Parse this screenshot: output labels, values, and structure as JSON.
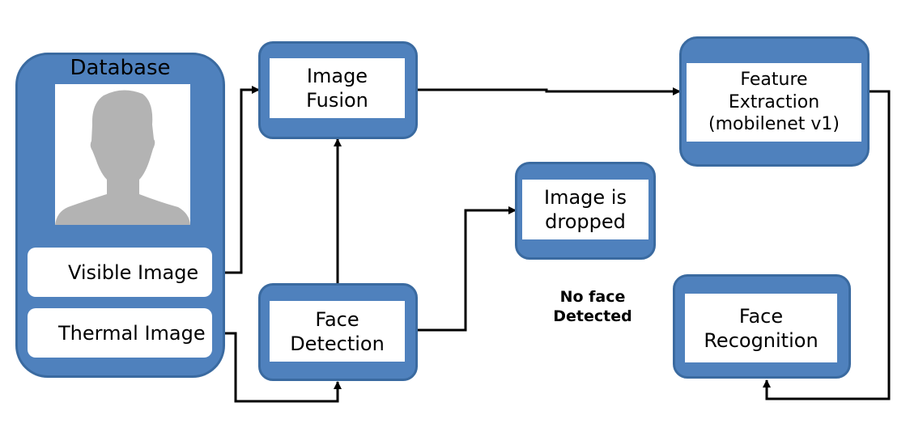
{
  "colors": {
    "box_fill": "#4f81bd",
    "box_border": "#3a6aa0",
    "silhouette": "#b3b3b3",
    "line": "#000000"
  },
  "database": {
    "title": "Database",
    "visible_label": "Visible Image",
    "thermal_label": "Thermal Image",
    "photo_icon": "person-silhouette-icon"
  },
  "nodes": {
    "image_fusion": "Image\nFusion",
    "feature_extraction": "Feature\nExtraction\n(mobilenet v1)",
    "image_dropped": "Image is\ndropped",
    "face_detection": "Face\nDetection",
    "face_recognition": "Face\nRecognition"
  },
  "annotations": {
    "no_face": "No face\nDetected"
  }
}
